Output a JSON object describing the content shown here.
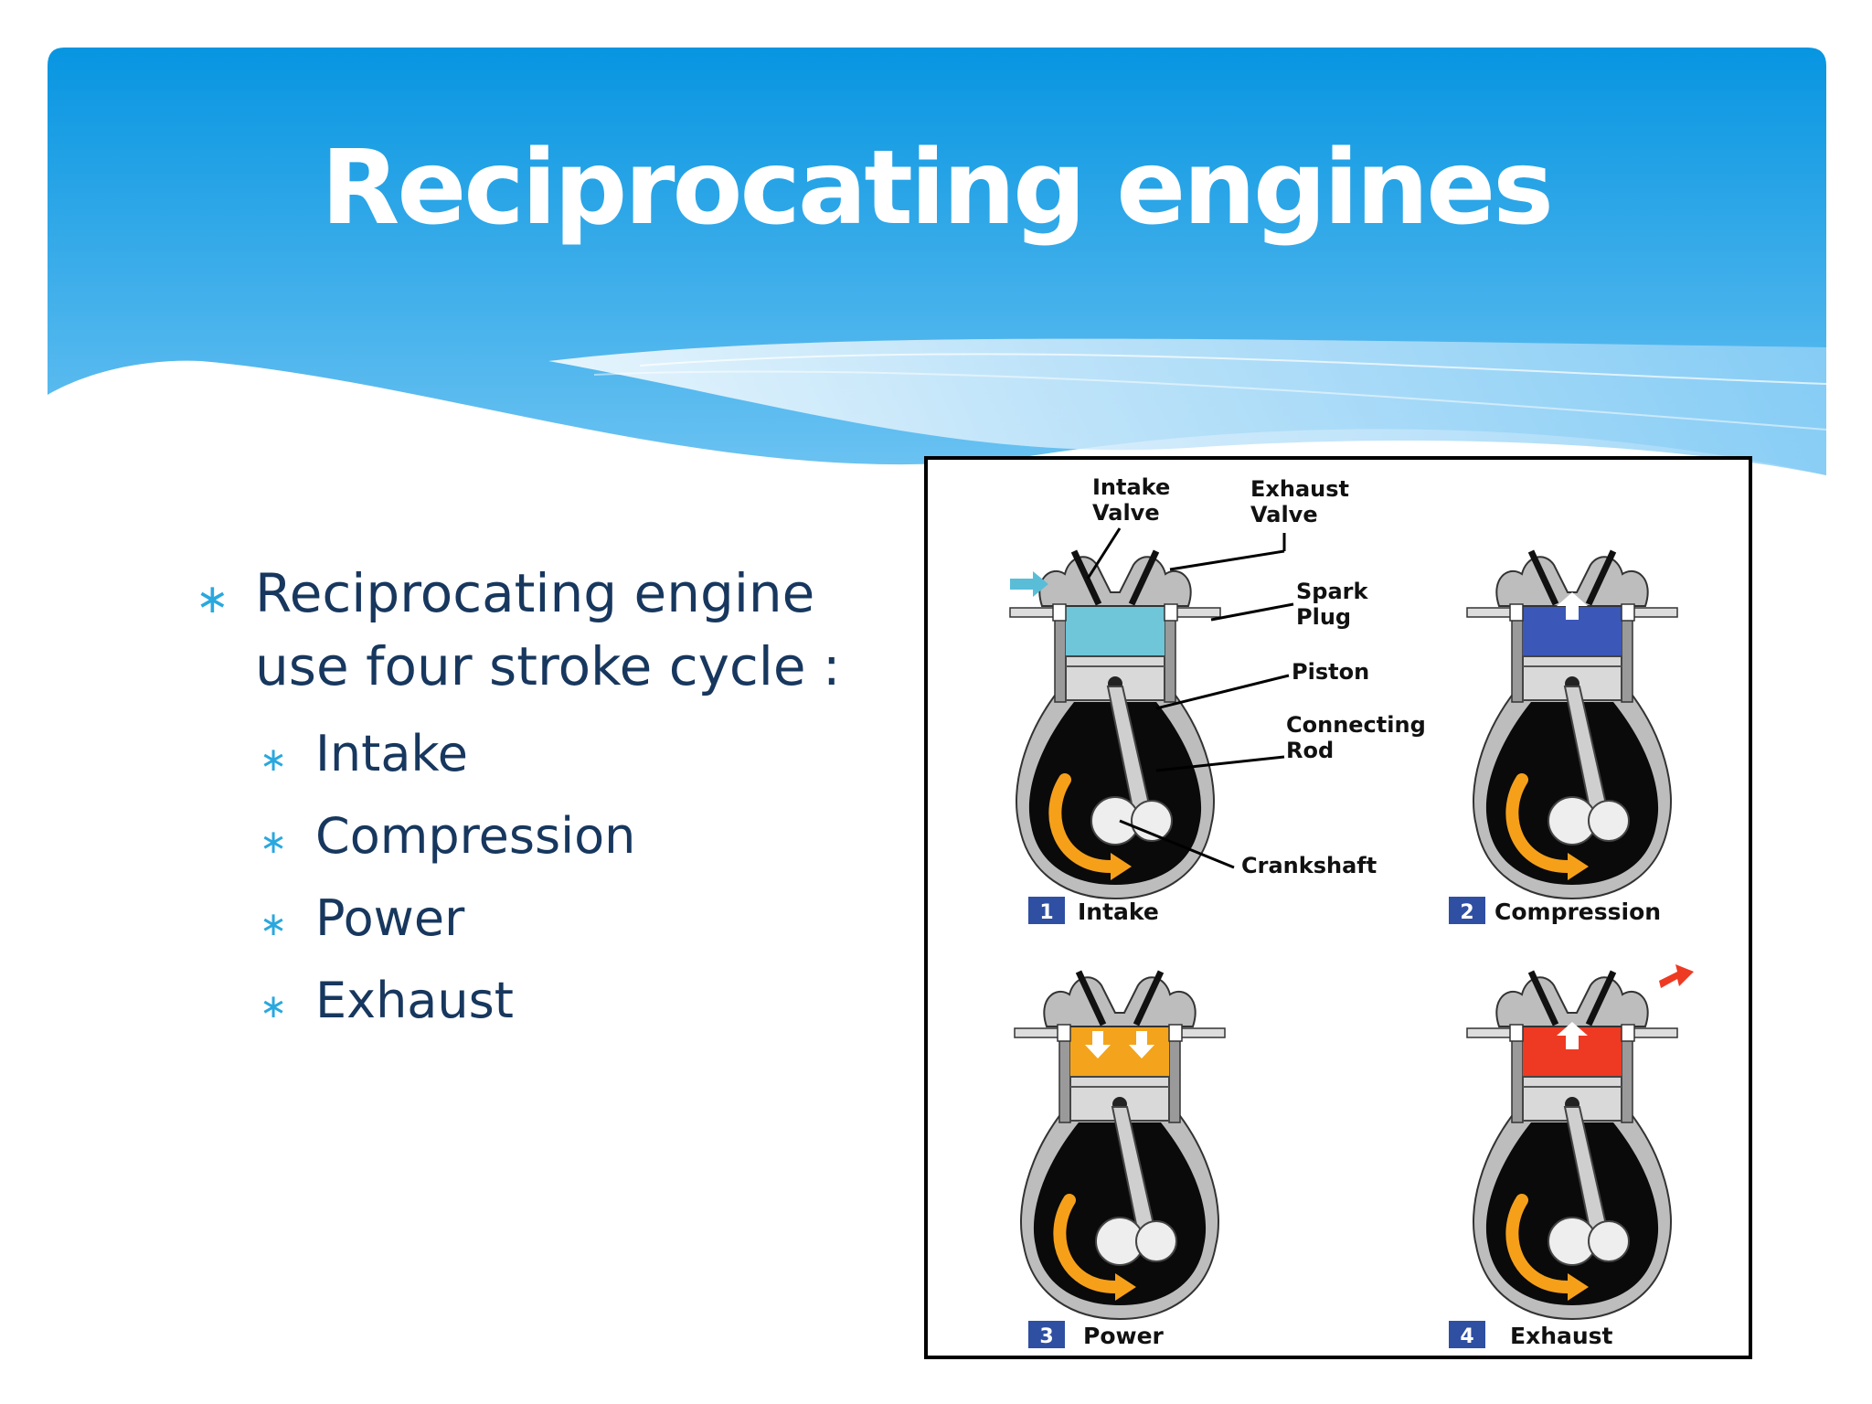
{
  "slide": {
    "title": "Reciprocating engines",
    "bullet_symbol": "∗",
    "bullets": [
      {
        "line1": "Reciprocating engine",
        "line2": "use four stroke cycle :"
      }
    ],
    "sub_bullets": [
      "Intake",
      "Compression",
      "Power",
      "Exhaust"
    ]
  },
  "diagram": {
    "labels": {
      "intake_valve": [
        "Intake",
        "Valve"
      ],
      "exhaust_valve": [
        "Exhaust",
        "Valve"
      ],
      "spark_plug": [
        "Spark",
        "Plug"
      ],
      "piston": "Piston",
      "connecting_rod": [
        "Connecting",
        "Rod"
      ],
      "crankshaft": "Crankshaft"
    },
    "strokes": [
      {
        "num": "1",
        "name": "Intake",
        "chamber_color": "#6ec6d8"
      },
      {
        "num": "2",
        "name": "Compression",
        "chamber_color": "#3b57b8"
      },
      {
        "num": "3",
        "name": "Power",
        "chamber_color": "#f3a41c"
      },
      {
        "num": "4",
        "name": "Exhaust",
        "chamber_color": "#ee3a23"
      }
    ]
  },
  "colors": {
    "header_blue": "#0a95e0",
    "header_light": "#8ccdf4",
    "bullet": "#29a8df",
    "text": "#17375e",
    "badge": "#2f4fa2",
    "arrow_orange": "#f6a01a"
  }
}
